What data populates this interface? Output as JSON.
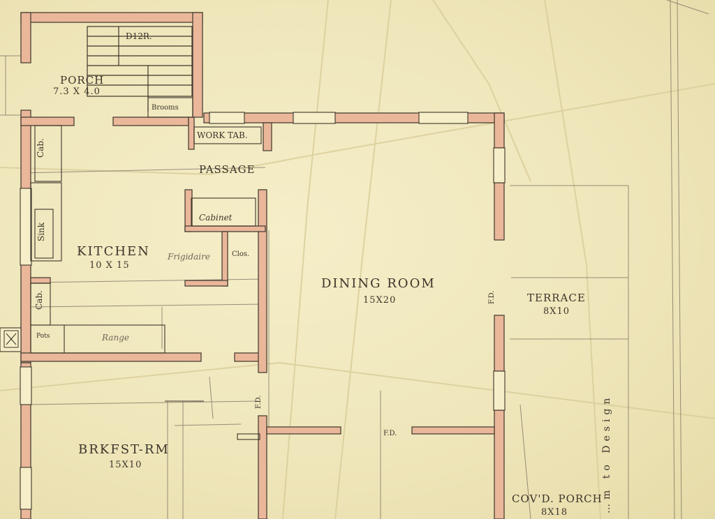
{
  "colors": {
    "paper": "#efe6bb",
    "wall_fill": "#eab79a",
    "ink": "#3c352a",
    "pencil": "#6f675a"
  },
  "rooms": {
    "porch": {
      "name": "PORCH",
      "size": "7.3 X 4.0"
    },
    "kitchen": {
      "name": "KITCHEN",
      "size": "10 X 15"
    },
    "dining_room": {
      "name": "DINING ROOM",
      "size": "15X20"
    },
    "terrace": {
      "name": "TERRACE",
      "size": "8X10"
    },
    "breakfast_room": {
      "name": "BRKFST-RM",
      "size": "15X10"
    },
    "covered_porch": {
      "name": "COV'D. PORCH",
      "size": "8X18"
    },
    "passage": {
      "name": "PASSAGE"
    }
  },
  "fixtures": {
    "d12r": "D12R.",
    "brooms": "Brooms",
    "work_table": "WORK TAB.",
    "cabinet": "Cabinet",
    "sink": "Sink",
    "cab_upper": "Cab.",
    "cab_lower": "Cab.",
    "frigidaire": "Frigidaire",
    "clos": "Clos.",
    "range": "Range",
    "pots": "Pots",
    "fd_dining": "F.D.",
    "fd_breakfast": "F.D.",
    "fd_bottom": "F.D."
  },
  "margin_note": "…m to Design"
}
